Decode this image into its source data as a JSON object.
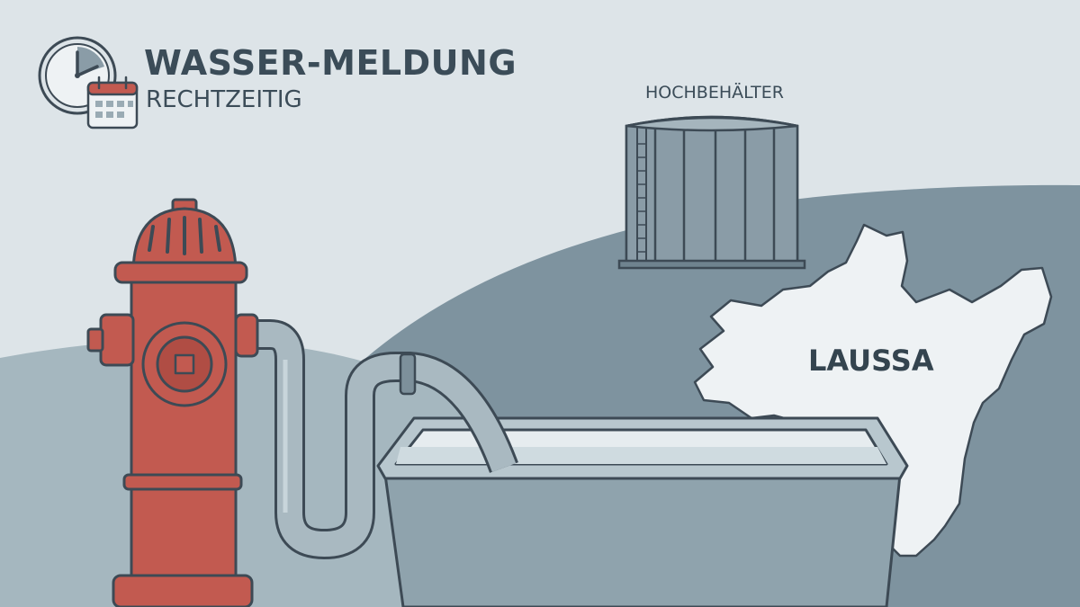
{
  "header": {
    "title": "WASSER-MELDUNG",
    "subtitle": "RECHTZEITIG"
  },
  "scene": {
    "tank_label": "HOCHBEHÄLTER",
    "town_label": "LAUSSA"
  },
  "icons": [
    "clock-icon",
    "calendar-icon",
    "water-tower-icon",
    "fire-hydrant-icon",
    "water-tank-icon",
    "town-map-icon"
  ],
  "colors": {
    "sky": "#dde4e8",
    "hill_far": "#7e939f",
    "hill_near": "#a5b7bf",
    "hydrant_red": "#c25a50",
    "outline": "#3d4a55",
    "map_fill": "#eef2f4"
  }
}
